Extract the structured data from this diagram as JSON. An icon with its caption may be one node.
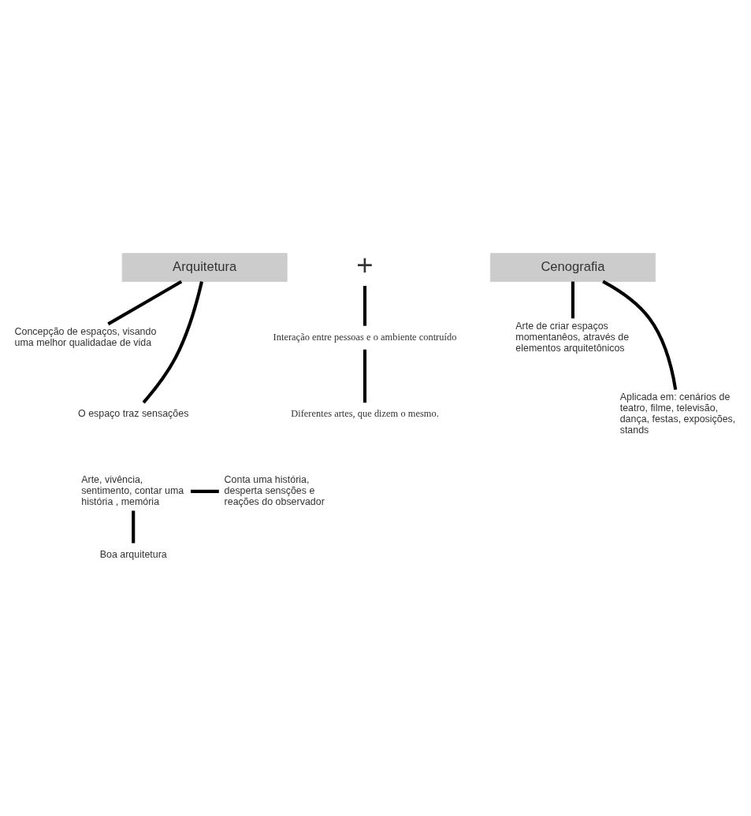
{
  "diagram": {
    "nodes": [
      {
        "text": [
          "Arquitetura"
        ]
      },
      {
        "text": [
          "+"
        ]
      },
      {
        "text": [
          "Cenografia"
        ]
      },
      {
        "text": [
          "Concepção de espaços, visando uma melhor qualidadae de vida"
        ]
      },
      {
        "text": [
          "Arte de criar espaços momentanêos, através de elementos arquitetônicos"
        ]
      },
      {
        "text": [
          "O espaço traz sensações"
        ]
      },
      {
        "text": [
          "Aplicada em: cenários de teatro, filme, televisão, dança, festas, exposições, stands"
        ]
      },
      {
        "text": [
          "Arte, vivência, sentimento, contar uma história , memória"
        ]
      },
      {
        "text": [
          "Conta uma história, desperta sensções e reações do observador"
        ]
      },
      {
        "text": [
          "Boa arquitetura"
        ]
      },
      {
        "text": [
          "Interação entre pessoas e o ambiente contruído"
        ]
      },
      {
        "text": [
          "Diferentes artes, que dizem o mesmo."
        ]
      }
    ],
    "edges": [
      {
        "from": 0,
        "to": 3,
        "arrow": "none"
      },
      {
        "from": 0,
        "to": 5,
        "arrow": "none"
      },
      {
        "from": 2,
        "to": 4,
        "arrow": "none"
      },
      {
        "from": 2,
        "to": 6,
        "arrow": "none"
      },
      {
        "from": 1,
        "to": 10,
        "arrow": "none"
      },
      {
        "from": 7,
        "to": 8,
        "arrow": "none"
      },
      {
        "from": 7,
        "to": 9,
        "arrow": "none"
      },
      {
        "from": 10,
        "to": 11,
        "arrow": "none"
      }
    ]
  }
}
